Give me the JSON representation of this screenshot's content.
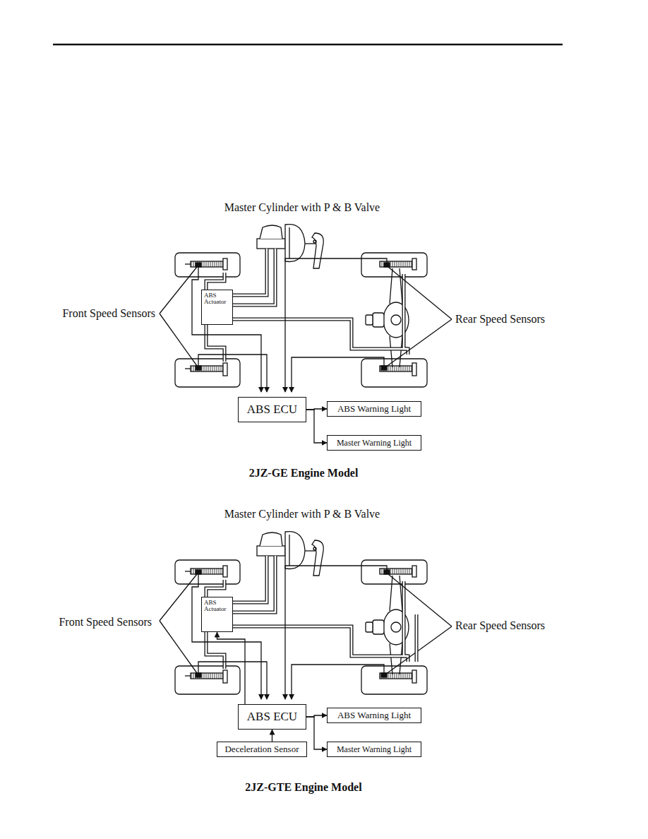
{
  "diagram": {
    "nodes": [
      {
        "text": [
          "ABS Actuator"
        ]
      },
      {
        "text": [
          "ABS ECU"
        ]
      },
      {
        "text": [
          "ABS Warning Light"
        ]
      },
      {
        "text": [
          "Master Warning Light"
        ]
      },
      {
        "text": [
          "ABS Actuator"
        ]
      },
      {
        "text": [
          "ABS ECU"
        ]
      },
      {
        "text": [
          "Deceleration Sensor"
        ]
      },
      {
        "text": [
          "ABS Warning Light"
        ]
      },
      {
        "text": [
          "Master Warning Light"
        ]
      }
    ],
    "edges": [
      {
        "from": 1,
        "to": 2,
        "arrow": "to"
      },
      {
        "from": 1,
        "to": 3,
        "arrow": "to"
      },
      {
        "from": 5,
        "to": 4,
        "arrow": "to"
      },
      {
        "from": 6,
        "to": 5,
        "arrow": "to"
      },
      {
        "from": 5,
        "to": 7,
        "arrow": "to"
      },
      {
        "from": 5,
        "to": 8,
        "arrow": "to"
      }
    ],
    "labels": [
      "Master Cylinder with P & B Valve",
      "Front Speed Sensors",
      "Rear Speed Sensors",
      "2JZ-GE Engine Model",
      "Master Cylinder with P & B Valve",
      "Front Speed Sensors",
      "Rear Speed Sensors",
      "2JZ-GTE Engine Model"
    ]
  }
}
